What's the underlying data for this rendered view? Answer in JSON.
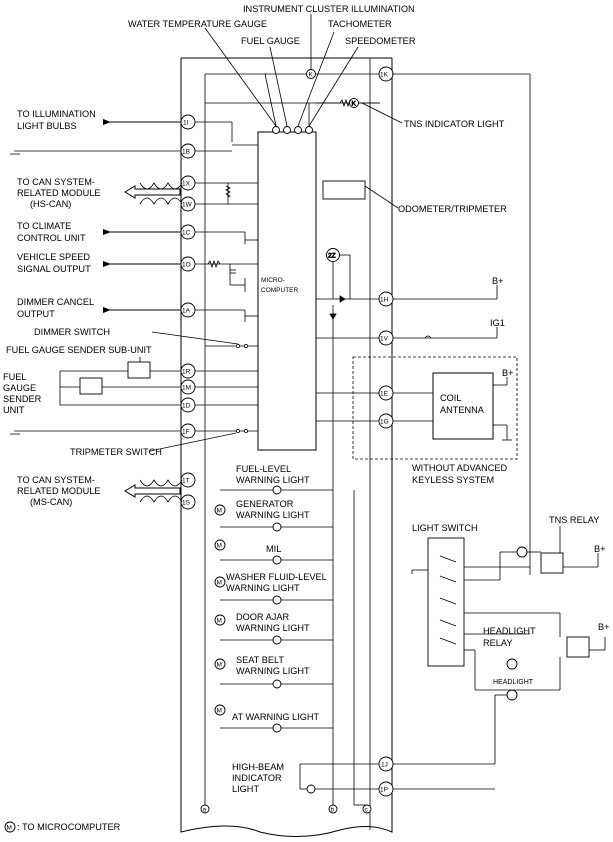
{
  "top_labels": {
    "instrument_cluster_illumination": "INSTRUMENT CLUSTER ILLUMINATION",
    "water_temperature_gauge": "WATER TEMPERATURE GAUGE",
    "tachometer": "TACHOMETER",
    "fuel_gauge": "FUEL GAUGE",
    "speedometer": "SPEEDOMETER"
  },
  "right_labels": {
    "tns_indicator_light": "TNS INDICATOR LIGHT",
    "odometer_tripmeter": "ODOMETER/TRIPMETER",
    "bplus": "B+",
    "ig1": "IG1",
    "coil_antenna_1": "COIL",
    "coil_antenna_2": "ANTENNA",
    "without_keyless_1": "WITHOUT ADVANCED",
    "without_keyless_2": "KEYLESS SYSTEM",
    "light_switch": "LIGHT SWITCH",
    "tns_relay": "TNS RELAY",
    "headlight_relay_1": "HEADLIGHT",
    "headlight_relay_2": "RELAY",
    "headlight": "HEADLIGHT"
  },
  "left_labels": {
    "to_illumination_1": "TO ILLUMINATION",
    "to_illumination_2": "LIGHT BULBS",
    "can_hs_1": "TO CAN SYSTEM-",
    "can_hs_2": "RELATED MODULE",
    "can_hs_3": "(HS-CAN)",
    "climate_1": "TO CLIMATE",
    "climate_2": "CONTROL UNIT",
    "vss_1": "VEHICLE SPEED",
    "vss_2": "SIGNAL OUTPUT",
    "dimmer_cancel_1": "DIMMER CANCEL",
    "dimmer_cancel_2": "OUTPUT",
    "dimmer_switch": "DIMMER SWITCH",
    "fuel_sender_sub": "FUEL GAUGE SENDER SUB-UNIT",
    "fuel_sender_1": "FUEL",
    "fuel_sender_2": "GAUGE",
    "fuel_sender_3": "SENDER",
    "fuel_sender_4": "UNIT",
    "tripmeter_switch": "TRIPMETER SWITCH",
    "can_ms_1": "TO CAN SYSTEM-",
    "can_ms_2": "RELATED MODULE",
    "can_ms_3": "(MS-CAN)"
  },
  "micro_1": "MICRO-",
  "micro_2": "COMPUTER",
  "warning_lights": [
    {
      "l1": "FUEL-LEVEL",
      "l2": "WARNING LIGHT"
    },
    {
      "l1": "GENERATOR",
      "l2": "WARNING LIGHT"
    },
    {
      "l1": "MIL",
      "l2": ""
    },
    {
      "l1": "WASHER FLUID-LEVEL",
      "l2": "WARNING LIGHT"
    },
    {
      "l1": "DOOR AJAR",
      "l2": "WARNING LIGHT"
    },
    {
      "l1": "SEAT BELT",
      "l2": "WARNING LIGHT"
    },
    {
      "l1": "AT WARNING LIGHT",
      "l2": ""
    }
  ],
  "high_beam_1": "HIGH-BEAM",
  "high_beam_2": "INDICATOR",
  "high_beam_3": "LIGHT",
  "legend": ": TO MICROCOMPUTER",
  "legend_symbol": "M",
  "terminals": {
    "1K": "1K",
    "1I": "1I",
    "1B": "1B",
    "1X": "1X",
    "1W": "1W",
    "1C": "1C",
    "1O": "1O",
    "1A": "1A",
    "1R": "1R",
    "1M": "1M",
    "1D": "1D",
    "1F": "1F",
    "1T": "1T",
    "1S": "1S",
    "1H": "1H",
    "1V": "1V",
    "1E": "1E",
    "1G": "1G",
    "1J": "1J",
    "1P": "1P",
    "2Z": "2Z"
  },
  "bus_letters": {
    "a": "a",
    "b": "b",
    "c": "c"
  }
}
